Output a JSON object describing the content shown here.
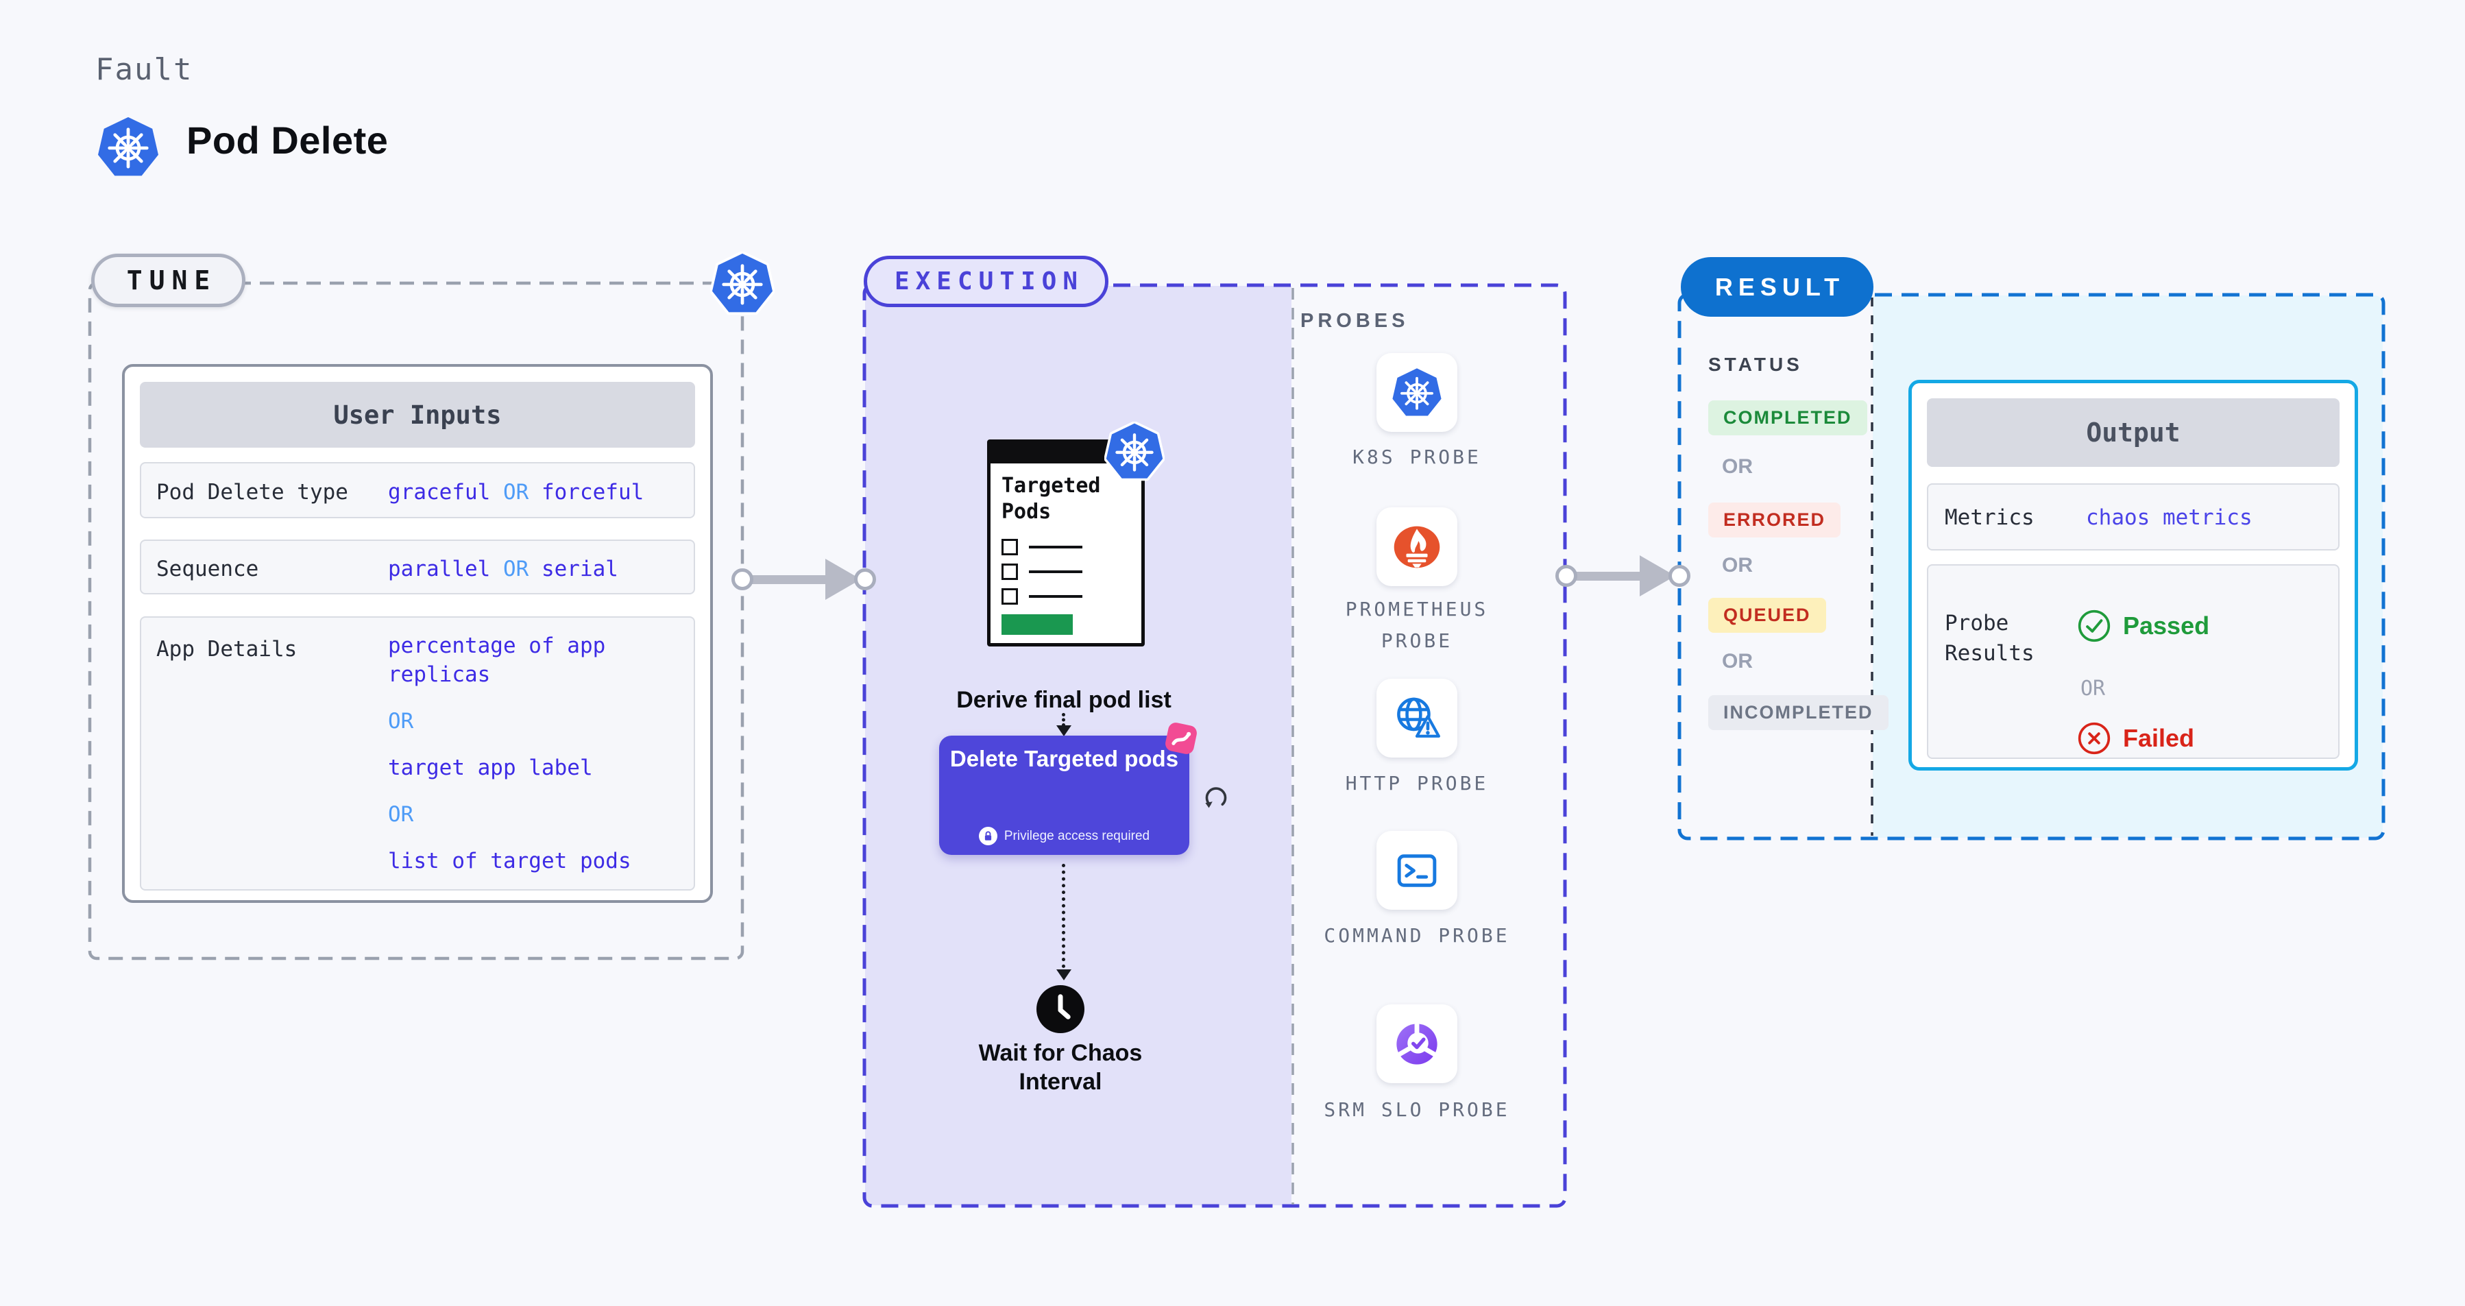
{
  "header": {
    "kicker": "Fault",
    "title": "Pod Delete"
  },
  "tune": {
    "label": "TUNE",
    "table": {
      "title": "User Inputs",
      "rows": [
        {
          "label": "Pod Delete type",
          "value_a": "graceful",
          "or": "OR",
          "value_b": "forceful"
        },
        {
          "label": "Sequence",
          "value_a": "parallel",
          "or": "OR",
          "value_b": "serial"
        },
        {
          "label": "App Details",
          "lines": [
            {
              "text": "percentage of app replicas",
              "kind": "value"
            },
            {
              "text": "OR",
              "kind": "or"
            },
            {
              "text": "target app label",
              "kind": "value"
            },
            {
              "text": "OR",
              "kind": "or"
            },
            {
              "text": "list of target pods",
              "kind": "value"
            }
          ]
        }
      ]
    }
  },
  "execution": {
    "label": "EXECUTION",
    "doc_title": "Targeted Pods",
    "derive_caption": "Derive final pod list",
    "delete_card": {
      "title": "Delete Targeted pods",
      "privilege": "Privilege access required"
    },
    "wait_caption": "Wait for Chaos Interval"
  },
  "probes": {
    "title": "PROBES",
    "items": [
      {
        "label": "K8S PROBE",
        "icon": "kubernetes-icon"
      },
      {
        "label": "PROMETHEUS PROBE",
        "icon": "prometheus-icon"
      },
      {
        "label": "HTTP PROBE",
        "icon": "globe-warning-icon"
      },
      {
        "label": "COMMAND PROBE",
        "icon": "terminal-icon"
      },
      {
        "label": "SRM SLO PROBE",
        "icon": "slo-pie-icon"
      }
    ]
  },
  "result": {
    "label": "RESULT",
    "status_title": "STATUS",
    "or_label": "OR",
    "statuses": [
      {
        "label": "COMPLETED",
        "type": "completed",
        "text_color": "#1b8a3a",
        "bg_color": "#ddf3e1"
      },
      {
        "label": "ERRORED",
        "type": "errored",
        "text_color": "#c22d20",
        "bg_color": "#fdebe9"
      },
      {
        "label": "QUEUED",
        "type": "queued",
        "text_color": "#c22d20",
        "bg_color": "#fdf0bb"
      },
      {
        "label": "INCOMPLETED",
        "type": "incompleted",
        "text_color": "#6d7585",
        "bg_color": "#e9ebf1"
      }
    ],
    "output": {
      "title": "Output",
      "metrics_label": "Metrics",
      "metrics_value": "chaos metrics",
      "probe_label": "Probe Results",
      "passed": "Passed",
      "or": "OR",
      "failed": "Failed"
    }
  },
  "colors": {
    "background": "#f7f8fc",
    "execution_fill": "#e2e1f9",
    "execution_accent": "#4a42d8",
    "tune_border": "#9aa1ae",
    "result_accent": "#0e71cf",
    "result_border": "#1273d2",
    "result_fill": "#e7f6fd",
    "output_border": "#14a8e5",
    "value_indigo": "#3d2be5",
    "or_blue": "#4f9cf7",
    "delete_card": "#4e46da",
    "passed_green": "#1f9b3b",
    "failed_red": "#d92419",
    "arrow_gray": "#b7bac6",
    "kubernetes_blue": "#326ce5",
    "prometheus_orange": "#e6522c",
    "probe_icon_blue": "#1779e0",
    "srm_purple": "#8b5cf6"
  }
}
